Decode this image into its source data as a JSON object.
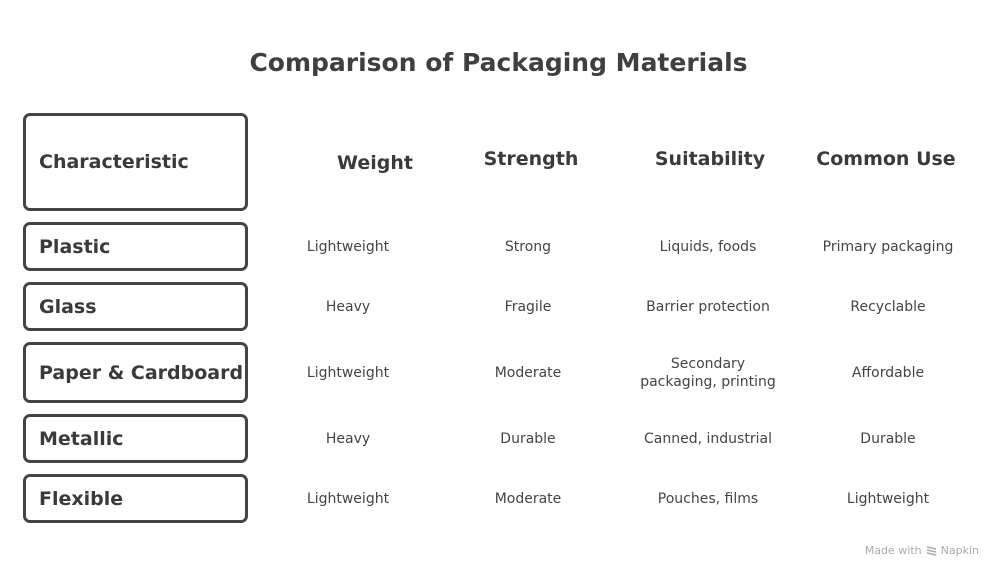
{
  "title": "Comparison of Packaging Materials",
  "header": {
    "row_label": "Characteristic",
    "columns": [
      "Weight",
      "Strength",
      "Suitability",
      "Common Use"
    ]
  },
  "rows": [
    {
      "label": "Plastic",
      "cells": [
        "Lightweight",
        "Strong",
        "Liquids, foods",
        "Primary packaging"
      ]
    },
    {
      "label": "Glass",
      "cells": [
        "Heavy",
        "Fragile",
        "Barrier protection",
        "Recyclable"
      ]
    },
    {
      "label": "Paper & Cardboard",
      "cells": [
        "Lightweight",
        "Moderate",
        "Secondary packaging, printing",
        "Affordable"
      ]
    },
    {
      "label": "Metallic",
      "cells": [
        "Heavy",
        "Durable",
        "Canned, industrial",
        "Durable"
      ]
    },
    {
      "label": "Flexible",
      "cells": [
        "Lightweight",
        "Moderate",
        "Pouches, films",
        "Lightweight"
      ]
    }
  ],
  "footer": {
    "made_with": "Made with",
    "brand": "Napkin",
    "icon": "napkin-logo-icon"
  }
}
